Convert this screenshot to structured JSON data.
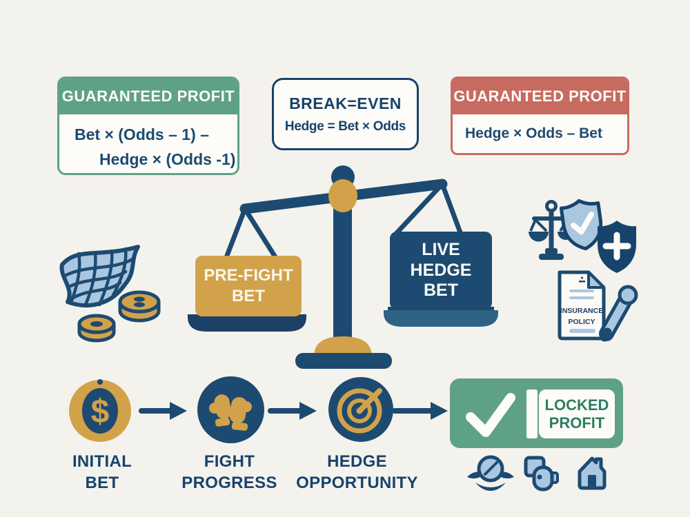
{
  "colors": {
    "background": "#f4f2ed",
    "navy": "#1d4a70",
    "navy_dark": "#17436b",
    "gold": "#d2a24a",
    "green": "#5fa186",
    "red": "#c76b60",
    "light_blue": "#aac7e2",
    "teal_pan": "#2d6486",
    "white": "#fdfcf9"
  },
  "formulas": {
    "guaranteed_profit_left": {
      "header": "GUARANTEED PROFIT",
      "line1": "Bet × (Odds – 1) –",
      "line2": "Hedge × (Odds -1)"
    },
    "break_even": {
      "header": "BREAK=EVEN",
      "formula": "Hedge = Bet × Odds"
    },
    "guaranteed_profit_right": {
      "header": "GUARANTEED PROFIT",
      "formula": "Hedge × Odds – Bet"
    }
  },
  "scale": {
    "left_sign": {
      "line1": "PRE-FIGHT",
      "line2": "BET"
    },
    "right_sign": {
      "line1": "LIVE",
      "line2": "HEDGE",
      "line3": "BET"
    }
  },
  "insurance_document": {
    "line1": "INSURANCE",
    "line2": "POLICY"
  },
  "flow": {
    "dollar_symbol": "$",
    "steps": [
      {
        "line1": "INITIAL",
        "line2": "BET"
      },
      {
        "line1": "FIGHT",
        "line2": "PROGRESS"
      },
      {
        "line1": "HEDGE",
        "line2": "OPPORTUNITY"
      }
    ],
    "result": {
      "line1": "LOCKED",
      "line2": "PROFIT"
    }
  },
  "icons": [
    "betting-net-icon",
    "casino-chip-icon",
    "balance-scale",
    "justice-scale-icon",
    "shield-check-icon",
    "shield-plus-icon",
    "insurance-policy-icon",
    "pen-icon",
    "dollar-coin-icon",
    "boxing-gloves-icon",
    "target-icon",
    "check-icon",
    "arrow-right-icon",
    "globe-icon",
    "flags-icon",
    "house-icon"
  ]
}
